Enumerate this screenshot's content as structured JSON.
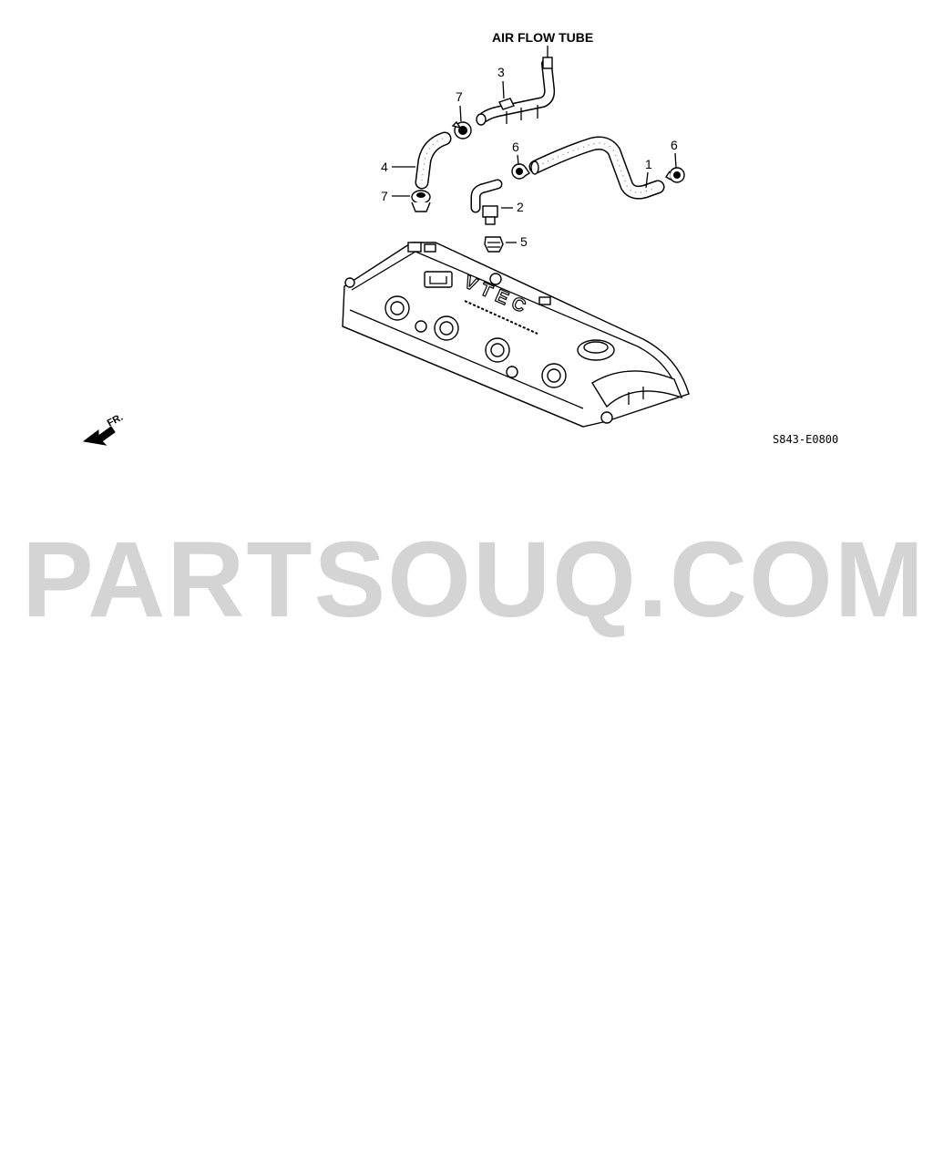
{
  "diagram": {
    "title": "AIR FLOW TUBE",
    "code": "S843-E0800",
    "front_marker": "FR.",
    "watermark": "PARTSOUQ.COM",
    "callouts": [
      "1",
      "2",
      "3",
      "4",
      "5",
      "6",
      "6",
      "7",
      "7"
    ],
    "logo_text": "VTEC",
    "colors": {
      "line": "#000000",
      "watermark": "#d4d4d4",
      "background": "#ffffff"
    }
  }
}
